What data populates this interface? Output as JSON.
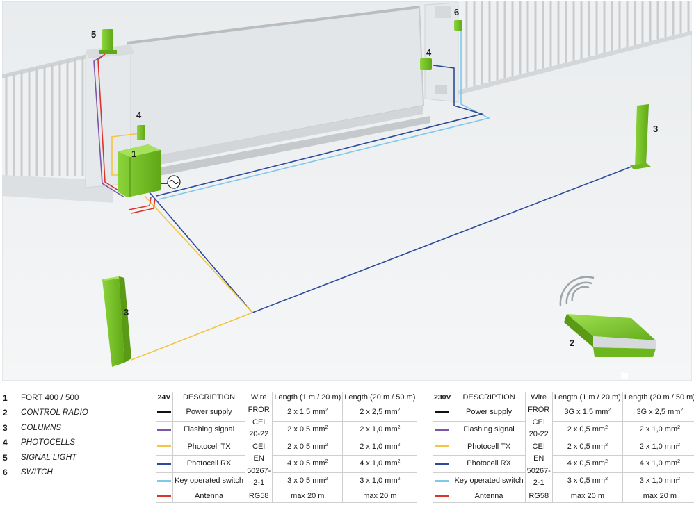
{
  "callouts": {
    "control_unit": "1",
    "remote": "2",
    "column_right": "3",
    "column_left": "3",
    "photocell_gate": "4",
    "photocell_post": "4",
    "signal_light": "5",
    "switch": "6"
  },
  "legend": [
    {
      "num": "1",
      "label": "FORT 400 / 500",
      "italic": false
    },
    {
      "num": "2",
      "label": "CONTROL RADIO",
      "italic": true
    },
    {
      "num": "3",
      "label": "COLUMNS",
      "italic": true
    },
    {
      "num": "4",
      "label": "PHOTOCELLS",
      "italic": true
    },
    {
      "num": "5",
      "label": "SIGNAL LIGHT",
      "italic": true
    },
    {
      "num": "6",
      "label": "SWITCH",
      "italic": true
    }
  ],
  "colors": {
    "green": "#7cc726",
    "green_dark": "#5a9a14",
    "black_wire": "#111111",
    "purple_wire": "#7b55a8",
    "yellow_wire": "#f4c542",
    "blue_wire": "#2a4a9a",
    "cyan_wire": "#7fc8e8",
    "red_wire": "#d9352a"
  },
  "tables": {
    "v24": {
      "title": "24V",
      "headers": {
        "description": "DESCRIPTION",
        "wire": "Wire",
        "len_short": "Length (1 m / 20 m)",
        "len_long": "Length (20 m / 50 m)"
      },
      "wire_group": "FROR CEI 20-22 CEI EN 50267-2-1",
      "rows": [
        {
          "color": "#111111",
          "description": "Power supply",
          "short_base": "2 x 1,5 mm",
          "long_base": "2 x 2,5 mm"
        },
        {
          "color": "#7b55a8",
          "description": "Flashing signal",
          "short_base": "2 x 0,5 mm",
          "long_base": "2 x 1,0 mm"
        },
        {
          "color": "#f4c542",
          "description": "Photocell TX",
          "short_base": "2 x 0,5 mm",
          "long_base": "2 x 1,0 mm"
        },
        {
          "color": "#2a4a9a",
          "description": "Photocell RX",
          "short_base": "4 x 0,5 mm",
          "long_base": "4 x 1,0 mm"
        },
        {
          "color": "#7fc8e8",
          "description": "Key operated switch",
          "short_base": "3 x 0,5 mm",
          "long_base": "3 x 1,0 mm"
        }
      ],
      "last_row": {
        "color": "#d9352a",
        "description": "Antenna",
        "wire": "RG58",
        "short": "max 20 m",
        "long": "max 20 m"
      },
      "exponent": "2"
    },
    "v230": {
      "title": "230V",
      "headers": {
        "description": "DESCRIPTION",
        "wire": "Wire",
        "len_short": "Length (1 m / 20 m)",
        "len_long": "Length (20 m / 50 m)"
      },
      "wire_group": "FROR CEI 20-22 CEI EN 50267-2-1",
      "rows": [
        {
          "color": "#111111",
          "description": "Power supply",
          "short_base": "3G x 1,5 mm",
          "long_base": "3G x 2,5 mm"
        },
        {
          "color": "#7b55a8",
          "description": "Flashing signal",
          "short_base": "2 x 0,5 mm",
          "long_base": "2 x 1,0 mm"
        },
        {
          "color": "#f4c542",
          "description": "Photocell TX",
          "short_base": "2 x 0,5 mm",
          "long_base": "2 x 1,0 mm"
        },
        {
          "color": "#2a4a9a",
          "description": "Photocell RX",
          "short_base": "4 x 0,5 mm",
          "long_base": "4 x 1,0 mm"
        },
        {
          "color": "#7fc8e8",
          "description": "Key operated switch",
          "short_base": "3 x 0,5 mm",
          "long_base": "3 x 1,0 mm"
        }
      ],
      "last_row": {
        "color": "#d9352a",
        "description": "Antenna",
        "wire": "RG58",
        "short": "max 20 m",
        "long": "max 20 m"
      },
      "exponent": "2"
    }
  }
}
